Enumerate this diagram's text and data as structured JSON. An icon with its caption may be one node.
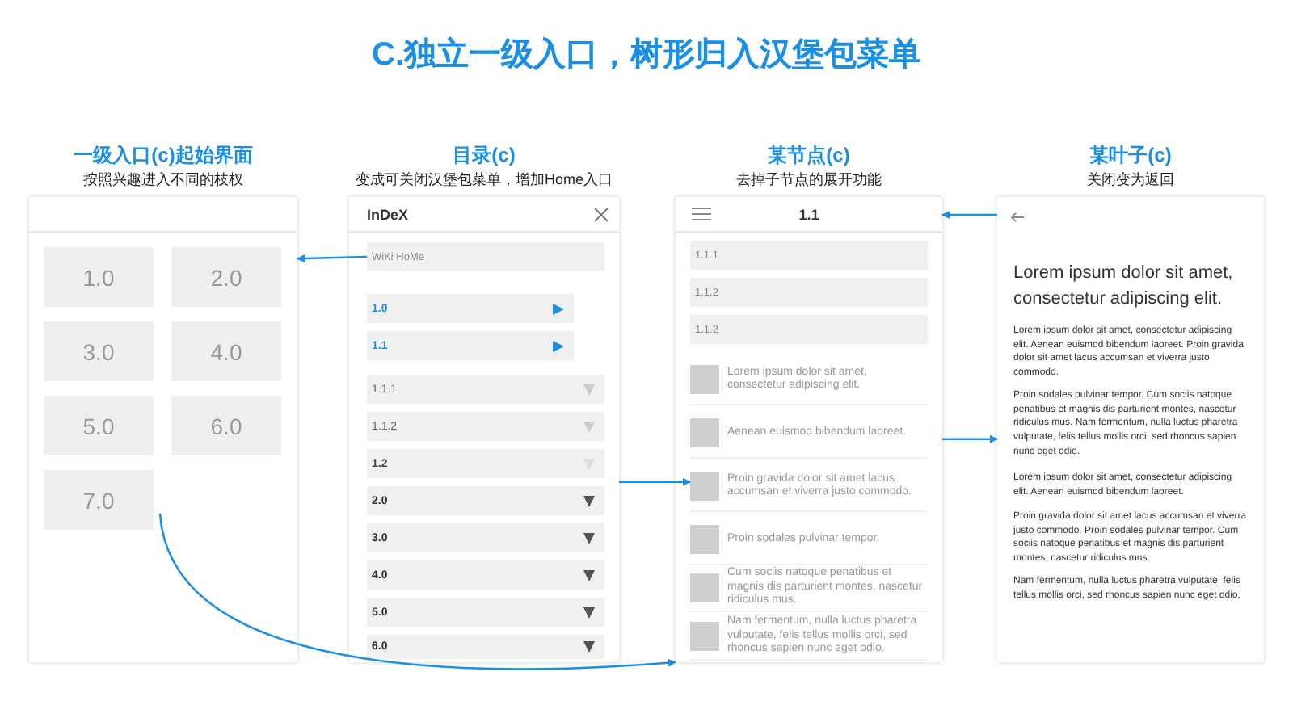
{
  "diagram": {
    "title": "C.独立一级入口，树形归入汉堡包菜单",
    "nodes": [
      {
        "text": [
          "一级入口(c)起始界面",
          "按照兴趣进入不同的枝杈"
        ]
      },
      {
        "text": [],
        "shape": "box",
        "in": 0
      },
      {
        "text": [
          "1.0"
        ],
        "in": 0
      },
      {
        "text": [
          "2.0"
        ],
        "in": 0
      },
      {
        "text": [
          "3.0"
        ],
        "in": 0
      },
      {
        "text": [
          "4.0"
        ],
        "in": 0
      },
      {
        "text": [
          "5.0"
        ],
        "in": 0
      },
      {
        "text": [
          "6.0"
        ],
        "in": 0
      },
      {
        "text": [
          "7.0"
        ],
        "in": 0
      },
      {
        "text": [
          "目录(c)",
          "变成可关闭汉堡包菜单，增加Home入口"
        ]
      },
      {
        "text": [
          "InDeX"
        ],
        "in": 9
      },
      {
        "text": [
          "WiKi HoMe"
        ],
        "in": 9
      },
      {
        "text": [
          "1.0"
        ],
        "in": 9
      },
      {
        "text": [
          "1.1"
        ],
        "in": 9
      },
      {
        "text": [
          "1.1.1"
        ],
        "in": 9
      },
      {
        "text": [
          "1.1.2"
        ],
        "in": 9
      },
      {
        "text": [
          "1.2"
        ],
        "in": 9
      },
      {
        "text": [
          "2.0"
        ],
        "in": 9
      },
      {
        "text": [
          "3.0"
        ],
        "in": 9
      },
      {
        "text": [
          "4.0"
        ],
        "in": 9
      },
      {
        "text": [
          "5.0"
        ],
        "in": 9
      },
      {
        "text": [
          "6.0"
        ],
        "in": 9
      },
      {
        "text": [
          "某节点(c)",
          "去掉子节点的展开功能"
        ]
      },
      {
        "text": [
          "1.1"
        ],
        "in": 22
      },
      {
        "text": [
          "1.1.1"
        ],
        "in": 22
      },
      {
        "text": [
          "1.1.2"
        ],
        "in": 22
      },
      {
        "text": [
          "1.1.2"
        ],
        "in": 22
      },
      {
        "text": [
          "Lorem ipsum dolor sit amet, consectetur adipiscing elit."
        ],
        "in": 22
      },
      {
        "text": [
          "Aenean euismod bibendum laoreet."
        ],
        "in": 22
      },
      {
        "text": [
          "Proin gravida dolor sit amet lacus accumsan et viverra justo commodo."
        ],
        "in": 22
      },
      {
        "text": [
          "Proin sodales pulvinar tempor."
        ],
        "in": 22
      },
      {
        "text": [
          "Cum sociis natoque penatibus et magnis dis parturient montes, nascetur ridiculus mus."
        ],
        "in": 22
      },
      {
        "text": [
          "Nam fermentum, nulla luctus pharetra vulputate, felis tellus mollis orci, sed rhoncus sapien nunc eget odio."
        ],
        "in": 22
      },
      {
        "text": [
          "某叶子(c)",
          "关闭变为返回"
        ]
      }
    ],
    "edges": [
      {
        "from": 11,
        "to": 0,
        "arrow": "to"
      },
      {
        "from": 9,
        "to": 29,
        "arrow": "to"
      },
      {
        "from": 33,
        "to": 23,
        "arrow": "to"
      },
      {
        "from": 22,
        "to": 33,
        "arrow": "to"
      },
      {
        "from": 8,
        "to": 22,
        "arrow": "to"
      }
    ],
    "labels": [
      "Lorem ipsum dolor sit amet, consectetur adipiscing elit.",
      "Lorem ipsum dolor sit amet, consectetur adipiscing elit. Aenean euismod bibendum laoreet. Proin gravida dolor sit amet lacus accumsan et viverra justo commodo.",
      "Proin sodales pulvinar tempor. Cum sociis natoque penatibus et magnis dis parturient montes, nascetur ridiculus mus. Nam fermentum, nulla luctus pharetra vulputate, felis tellus mollis orci, sed rhoncus sapien nunc eget odio.",
      "Lorem ipsum dolor sit amet, consectetur adipiscing elit. Aenean euismod bibendum laoreet.",
      "Proin gravida dolor sit amet lacus accumsan et viverra justo commodo. Proin sodales pulvinar tempor. Cum sociis natoque penatibus et magnis dis parturient montes, nascetur ridiculus mus.",
      "Nam fermentum, nulla luctus pharetra vulputate, felis tellus mollis orci, sed rhoncus sapien nunc eget odio."
    ]
  }
}
